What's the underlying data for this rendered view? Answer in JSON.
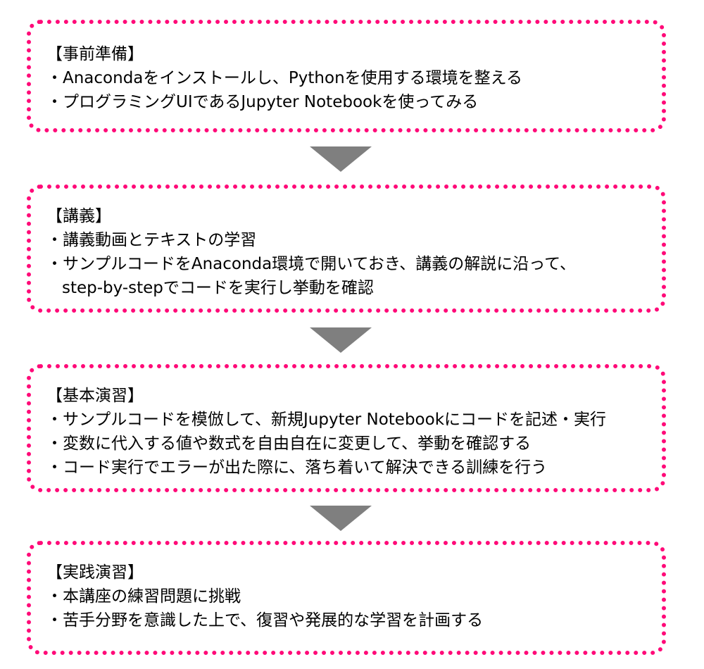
{
  "accent_color": "#ff0a78",
  "arrow_color": "#7f7f7f",
  "steps": [
    {
      "title": "【事前準備】",
      "lines": [
        "・Anacondaをインストールし、Pythonを使用する環境を整える",
        "・プログラミングUIであるJupyter Notebookを使ってみる"
      ]
    },
    {
      "title": "【講義】",
      "lines": [
        "・講義動画とテキストの学習",
        "・サンプルコードをAnaconda環境で開いておき、講義の解説に沿って、",
        "step-by-stepでコードを実行し挙動を確認"
      ]
    },
    {
      "title": "【基本演習】",
      "lines": [
        "・サンプルコードを模倣して、新規Jupyter Notebookにコードを記述・実行",
        "・変数に代入する値や数式を自由自在に変更して、挙動を確認する",
        "・コード実行でエラーが出た際に、落ち着いて解決できる訓練を行う"
      ]
    },
    {
      "title": "【実践演習】",
      "lines": [
        "・本講座の練習問題に挑戦",
        "・苦手分野を意識した上で、復習や発展的な学習を計画する"
      ]
    }
  ]
}
